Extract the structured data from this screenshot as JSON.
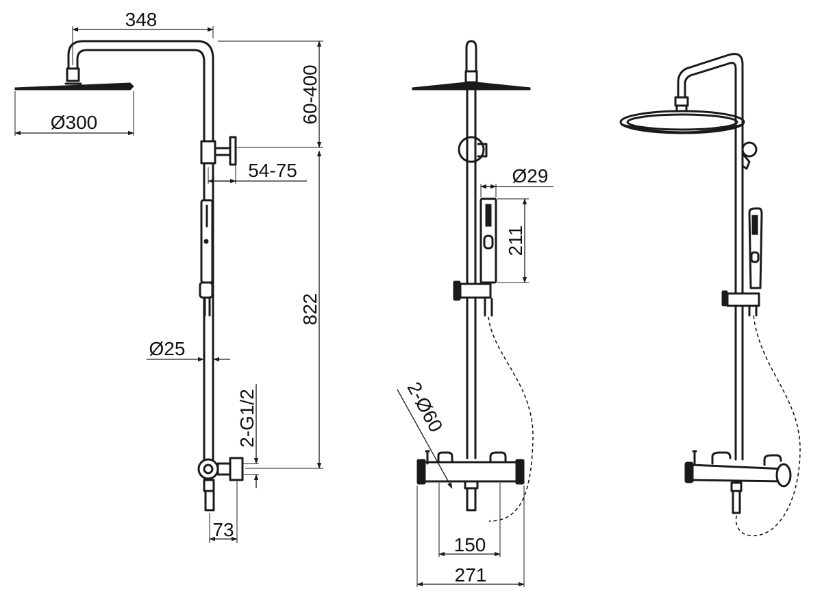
{
  "dimensions": {
    "arm_length": "348",
    "head_diameter": "Ø300",
    "height_adjust": "60-400",
    "bracket_offset": "54-75",
    "riser_height": "822",
    "pipe_diameter": "Ø25",
    "inlet_thread": "2-G1/2",
    "wall_offset": "73",
    "hand_shower_diameter": "Ø29",
    "hand_shower_length": "211",
    "handle_diameter": "2-Ø60",
    "inlet_spacing": "150",
    "valve_width": "271"
  },
  "colors": {
    "line": "#1a1a1a",
    "background": "#ffffff"
  }
}
